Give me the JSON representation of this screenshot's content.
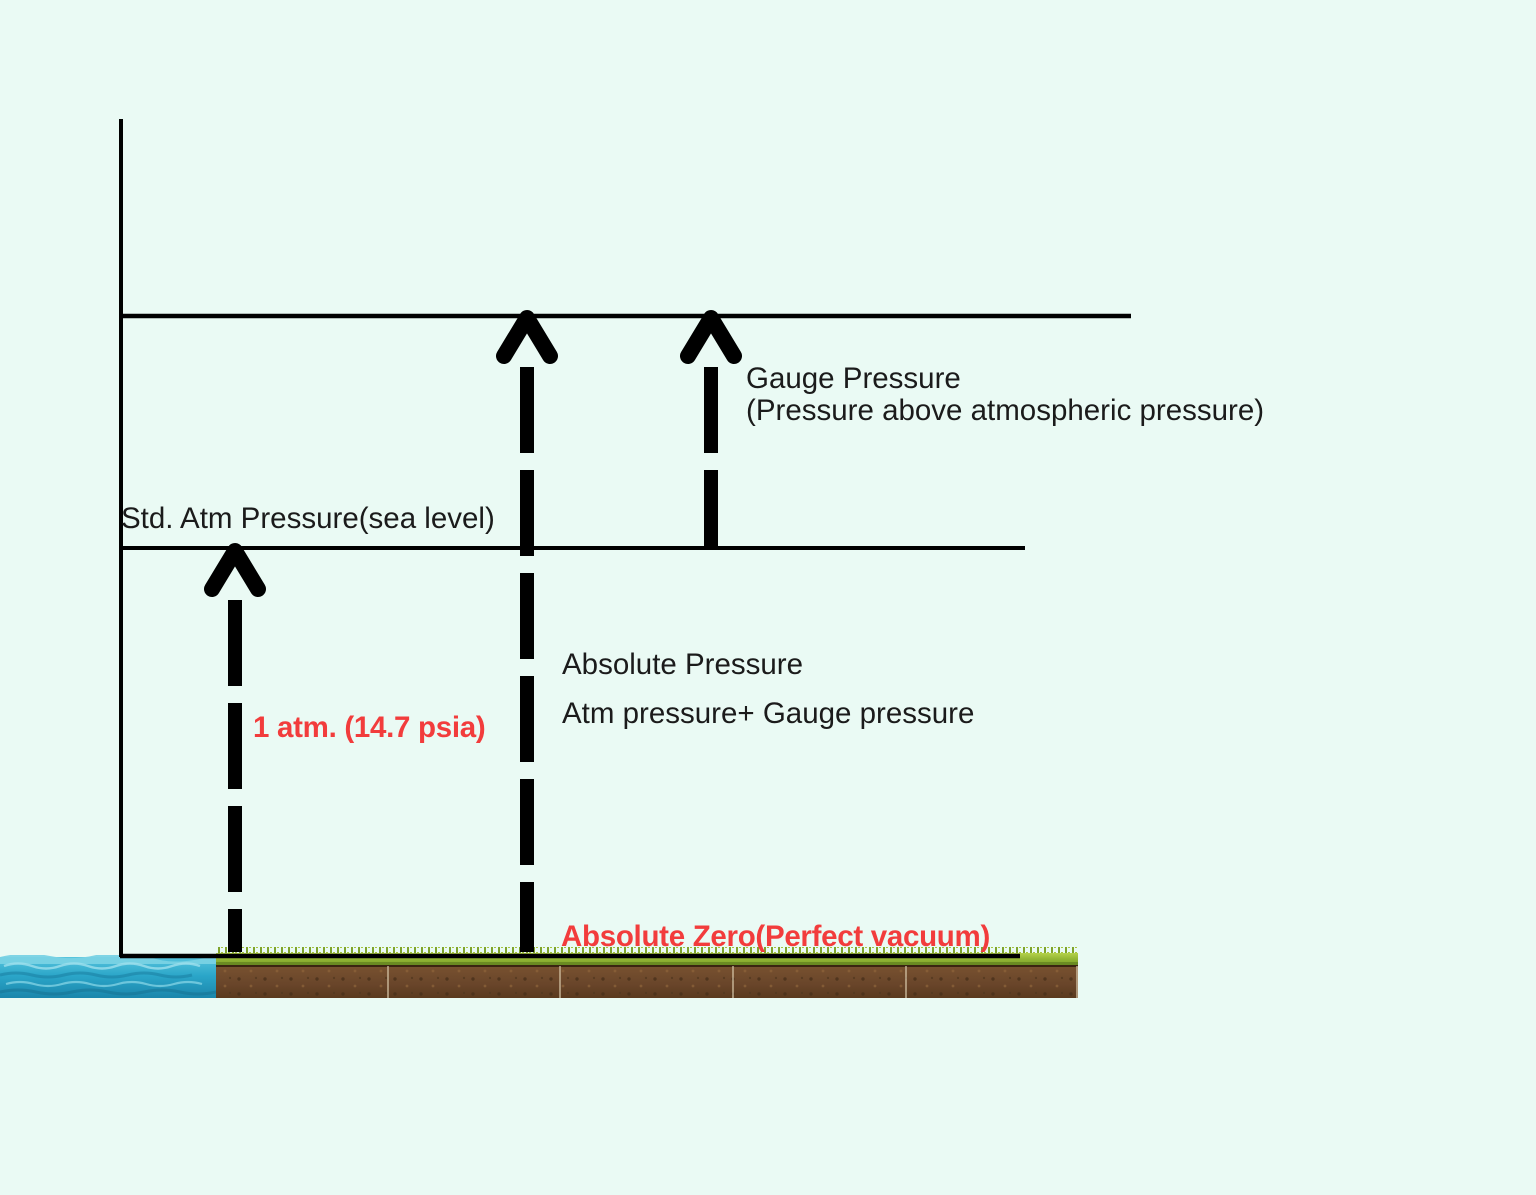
{
  "labels": {
    "std_atm_pressure": "Std. Atm Pressure(sea level)",
    "gauge_pressure_title": "Gauge Pressure",
    "gauge_pressure_subtitle": "(Pressure above atmospheric pressure)",
    "absolute_pressure_title": "Absolute Pressure",
    "absolute_pressure_formula": "Atm pressure+ Gauge pressure",
    "one_atm": "1 atm. (14.7 psia)",
    "absolute_zero": "Absolute Zero(Perfect vacuum)"
  },
  "colors": {
    "background": "#eafaf4",
    "line_black": "#000000",
    "text_black": "#1b1b1b",
    "highlight_red": "#f23c3c",
    "water_blue": "#2ba6c9",
    "grass_green": "#8fae2d",
    "soil_brown": "#6b4a2a"
  },
  "diagram": {
    "type": "pressure-reference-diagram",
    "reference_levels": [
      {
        "id": "absolute-pressure-level",
        "label": ""
      },
      {
        "id": "atmospheric-pressure-level",
        "label": "Std. Atm Pressure(sea level)"
      },
      {
        "id": "absolute-zero-level",
        "label": "Absolute Zero(Perfect vacuum)"
      }
    ],
    "arrows": [
      {
        "id": "atm-pressure-arrow",
        "from": "absolute-zero-level",
        "to": "atmospheric-pressure-level",
        "label": "1 atm. (14.7 psia)"
      },
      {
        "id": "absolute-pressure-arrow",
        "from": "absolute-zero-level",
        "to": "absolute-pressure-level",
        "label": "Absolute Pressure = Atm pressure+ Gauge pressure"
      },
      {
        "id": "gauge-pressure-arrow",
        "from": "atmospheric-pressure-level",
        "to": "absolute-pressure-level",
        "label": "Gauge Pressure (Pressure above atmospheric pressure)"
      }
    ]
  }
}
